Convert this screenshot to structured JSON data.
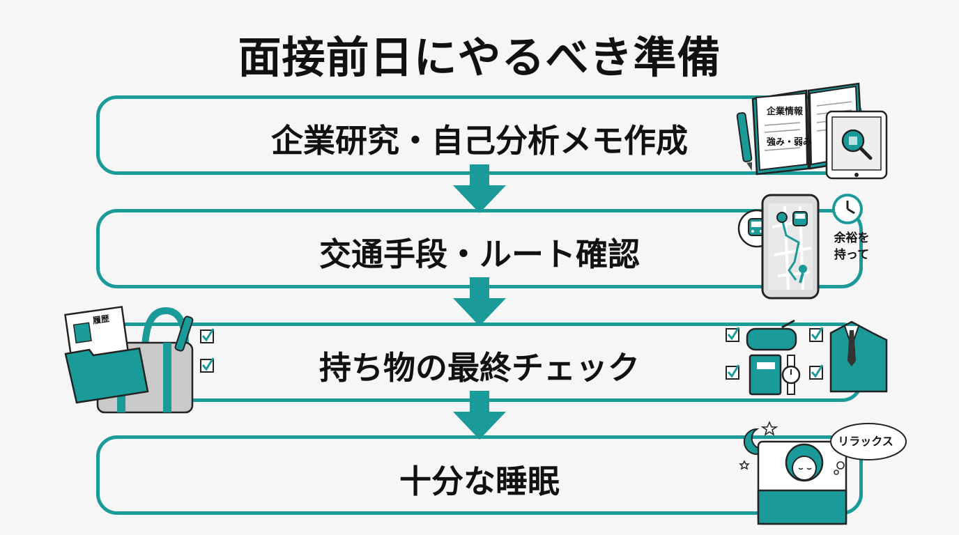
{
  "title": "面接前日にやるべき準備",
  "steps": [
    {
      "label": "企業研究・自己分析メモ作成"
    },
    {
      "label": "交通手段・ルート確認"
    },
    {
      "label": "持ち物の最終チェック"
    },
    {
      "label": "十分な睡眠"
    }
  ],
  "illustrations": {
    "notebook": {
      "line1": "企業情報",
      "line2": "強み・弱み"
    },
    "clock_note": {
      "line1": "余裕を",
      "line2": "持って"
    },
    "resume_label": "履歴",
    "thought_bubble": "リラックス"
  },
  "colors": {
    "accent": "#1a9a98",
    "text": "#111111",
    "background": "#f6f6f6"
  }
}
